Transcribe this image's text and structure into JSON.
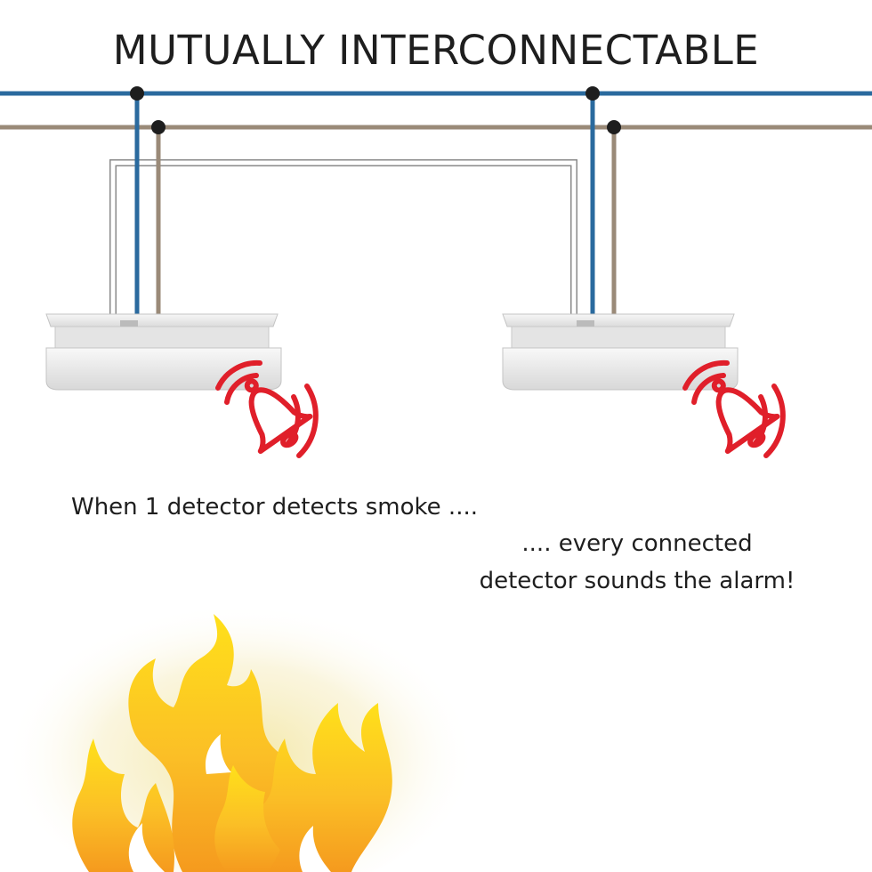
{
  "title": "MUTUALLY INTERCONNECTABLE",
  "caption_trigger": "When 1 detector detects smoke ....",
  "caption_result_line1": ".... every connected",
  "caption_result_line2": "detector sounds the alarm!",
  "icons": {
    "alarm": "bell-ringing-icon",
    "fire": "flame-icon",
    "detector": "smoke-detector-icon"
  },
  "colors": {
    "live_wire": "#2a6a9e",
    "neutral_wire": "#9a8a78",
    "interconnect_wire": "#ffffff",
    "alarm": "#e01f2a",
    "flame_outer": "#f5a623",
    "flame_inner": "#ffd400"
  }
}
